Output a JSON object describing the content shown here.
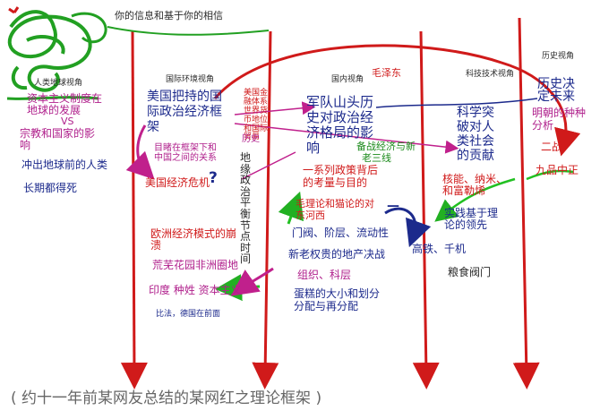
{
  "header": {
    "title": "你的信息和基于你的相信"
  },
  "columns": {
    "human_global": "人类地球视角",
    "international": "国际环境视角",
    "domestic": "国内视角",
    "mao": "毛泽东",
    "tech": "科技技术视角",
    "history": "历史视角"
  },
  "col1": {
    "capitalism_line1": "资本主义制度在",
    "capitalism_line2": "地球的发展",
    "vs": "VS",
    "religion_line1": "宗教和国家的影",
    "religion_line2": "响",
    "rush": "冲出地球前的人类",
    "death": "长期都得死"
  },
  "col2": {
    "us_frame_1": "美国把持的国",
    "us_frame_2": "际政治经济框",
    "us_frame_3": "架",
    "small_note": "美国金融体系世界货币地位和国际贸易",
    "sino_us_1": "目睹在框架下和",
    "sino_us_2": "中国之间的关系",
    "history_tag": "历史",
    "us_crisis": "美国经济危机",
    "question": "?",
    "vertical": "地缘政治平衡节点时间",
    "eu_1": "欧洲经济模式的崩",
    "eu_2": "溃",
    "wasteland": "荒芜花园非洲圈地",
    "india": "印度  种姓  资本主义",
    "compare": "比法，德国在前面"
  },
  "col3": {
    "army_1": "军队山头历",
    "army_2": "史对政治经",
    "army_3": "济格局的影",
    "army_4": "响",
    "fight_1": "备战经济与新",
    "fight_2": "老三线",
    "policy_1": "一系列政策背后",
    "policy_2": "的考量与目的",
    "cat_1": "毛理论和猫论的对",
    "cat_2": "东河西",
    "gate": "门阀、阶层、流动性",
    "land": "新老权贵的地产决战",
    "org": "组织、科层",
    "cake_1": "蛋糕的大小和划分",
    "cake_2": "分配与再分配"
  },
  "col4": {
    "sci_1": "科学突",
    "sci_2": "破对人",
    "sci_3": "类社会",
    "sci_4": "的贡献",
    "nuclear_1": "核能、纳米、",
    "nuclear_2": "和富勒烯",
    "practice_1": "实践基于理",
    "practice_2": "论的领先",
    "dash": "—",
    "rail": "高铁、千机",
    "grain": "粮食阀门"
  },
  "col5": {
    "hist_1": "历史决",
    "hist_2": "定未来",
    "ming_1": "明朝的种种",
    "ming_2": "分析",
    "ww2": "二战",
    "nine": "九品中正"
  },
  "caption": "( 约十一年前某网友总结的某网红之理论框架 )",
  "colors": {
    "red": "#d01a1a",
    "blue": "#1c2a8c",
    "magenta": "#b0208c",
    "green": "#1b8a1b",
    "caption": "#666666"
  }
}
